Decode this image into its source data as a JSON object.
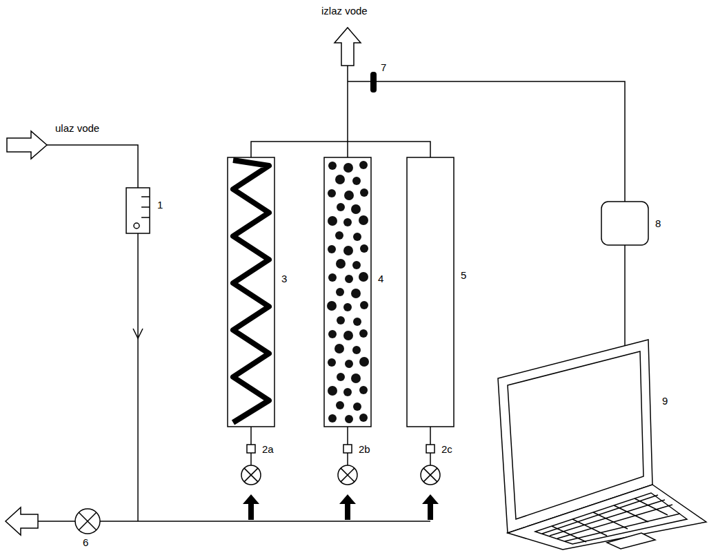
{
  "diagram": {
    "labels": [
      "ulaz vode",
      "izlaz vode",
      "1",
      "2a",
      "2b",
      "2c",
      "3",
      "4",
      "5",
      "6",
      "7",
      "8",
      "9"
    ]
  }
}
